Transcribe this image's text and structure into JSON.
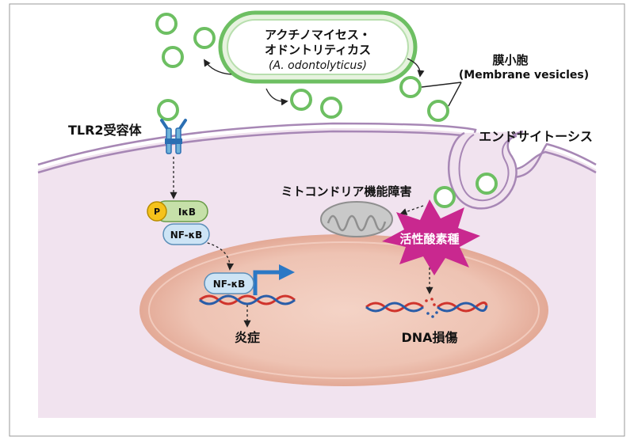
{
  "bacterium": {
    "name_line1": "アクチノマイセス・",
    "name_line2": "オドントリティカス",
    "name_latin": "(A. odontolyticus)"
  },
  "vesicles": {
    "label_jp": "膜小胞",
    "label_en": "(Membrane vesicles)"
  },
  "endocytosis": {
    "label": "エンドサイトーシス"
  },
  "receptor": {
    "label": "TLR2受容体"
  },
  "signaling": {
    "phospho": "P",
    "ikb": "IκB",
    "nfkb_cytoplasm": "NF-κB",
    "nfkb_nucleus": "NF-κB"
  },
  "mitochondria": {
    "label": "ミトコンドリア機能障害"
  },
  "ros": {
    "label": "活性酸素種"
  },
  "outcomes": {
    "inflammation": "炎症",
    "dna_damage": "DNA損傷"
  },
  "colors": {
    "membrane": "#a787b5",
    "cell": "#f1e3ef",
    "nucleus": "#ecc1b1",
    "vesicle": "#5fb85a",
    "ros": "#c9288f",
    "dna_red": "#d0342c",
    "dna_blue": "#2a5da8",
    "arrow_blue": "#2b78c5"
  }
}
